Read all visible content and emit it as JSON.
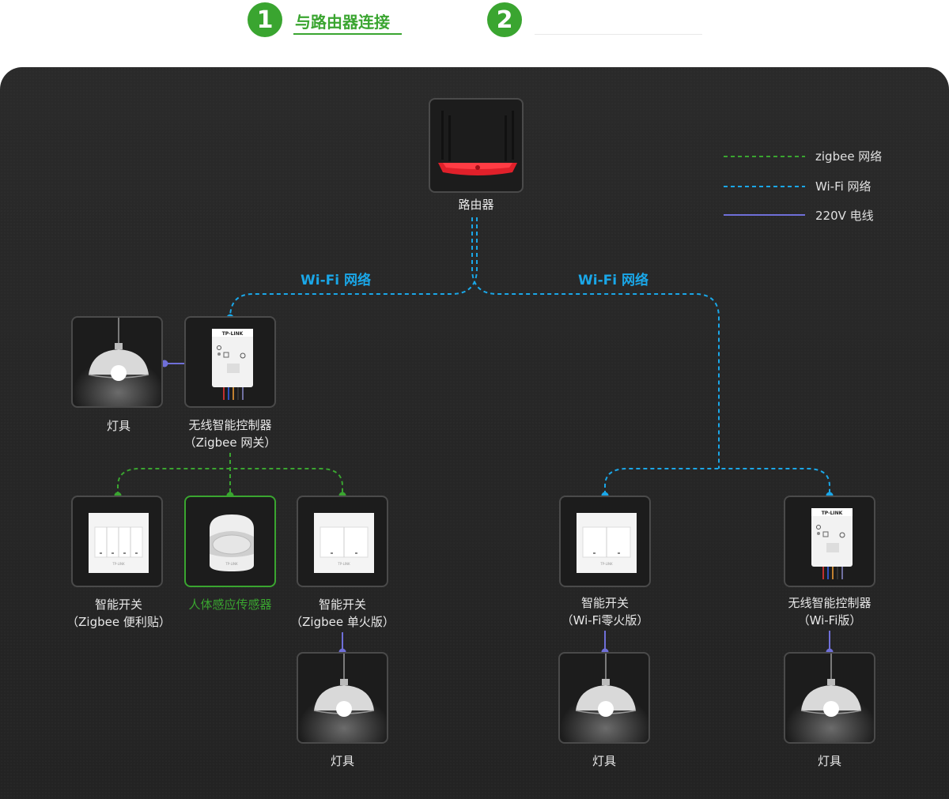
{
  "steps": [
    {
      "number": "1",
      "label": "与路由器连接"
    },
    {
      "number": "2",
      "label": ""
    }
  ],
  "colors": {
    "accent_green": "#3aa530",
    "wifi_blue": "#1aa7e8",
    "power_purple": "#6f6fd8",
    "panel": "#262626"
  },
  "legend": [
    {
      "label": "zigbee 网络",
      "style": "zigbee-dashed"
    },
    {
      "label": "Wi-Fi 网络",
      "style": "wifi-dashed"
    },
    {
      "label": "220V 电线",
      "style": "power-solid"
    }
  ],
  "network_labels": {
    "left": "Wi-Fi 网络",
    "right": "Wi-Fi 网络"
  },
  "devices": {
    "router": {
      "name": "路由器",
      "icon": "router-icon"
    },
    "lamp_top": {
      "name": "灯具",
      "icon": "pendant-lamp-icon"
    },
    "controller_left": {
      "name": "无线智能控制器",
      "sub": "（Zigbee 网关）",
      "icon": "controller-module-icon"
    },
    "switch_4": {
      "name": "智能开关",
      "sub": "（Zigbee 便利贴）",
      "icon": "four-gang-switch-icon"
    },
    "sensor": {
      "name": "人体感应传感器",
      "icon": "motion-sensor-icon"
    },
    "switch_2a": {
      "name": "智能开关",
      "sub": "（Zigbee 单火版）",
      "icon": "two-gang-switch-icon"
    },
    "lamp_b1": {
      "name": "灯具",
      "icon": "pendant-lamp-icon"
    },
    "switch_2b": {
      "name": "智能开关",
      "sub": "（Wi-Fi零火版）",
      "icon": "two-gang-switch-icon"
    },
    "lamp_b2": {
      "name": "灯具",
      "icon": "pendant-lamp-icon"
    },
    "controller_right": {
      "name": "无线智能控制器",
      "sub": "（Wi-Fi版）",
      "icon": "controller-module-icon"
    },
    "lamp_b3": {
      "name": "灯具",
      "icon": "pendant-lamp-icon"
    }
  },
  "brand_text": "TP-LINK"
}
